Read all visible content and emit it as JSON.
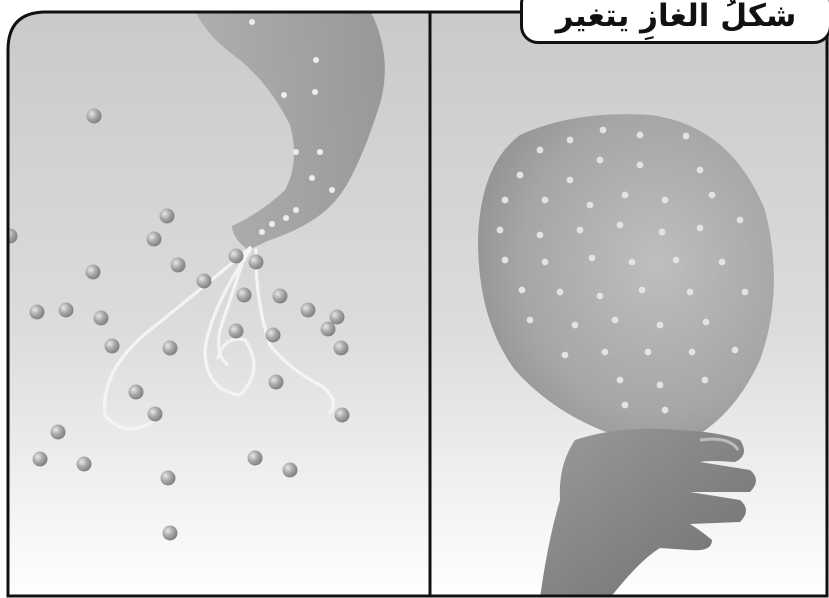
{
  "title": "شكلُ الغازِ يتغير",
  "panels": [
    {
      "id": "escaping-gas",
      "subject": "gas-cloud-with-particles"
    },
    {
      "id": "balloon",
      "subject": "inflated-balloon-held-by-hand"
    }
  ],
  "colors": {
    "frame": "#111111",
    "background_top": "#cfcfcf",
    "background_bottom": "#ffffff",
    "particle": "#9b9b9b",
    "particle_highlight": "#e6e6e6",
    "balloon": "#9f9f9f",
    "hand": "#8a8a8a"
  }
}
